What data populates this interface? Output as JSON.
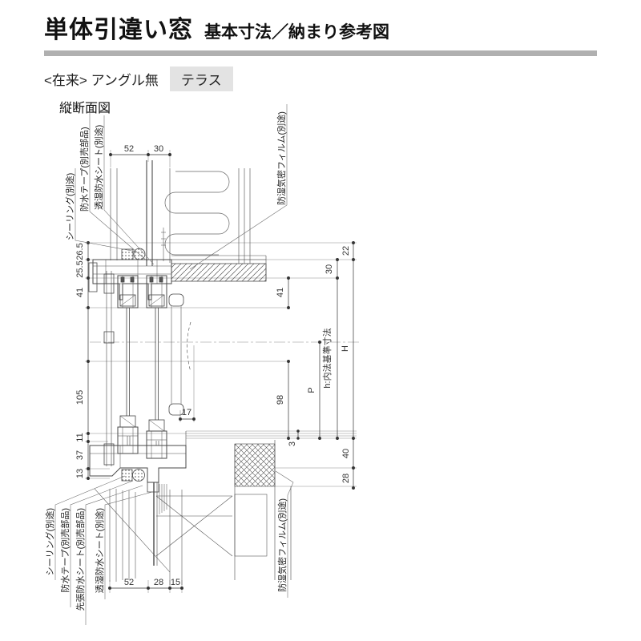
{
  "header": {
    "title": "単体引違い窓",
    "subtitle": "基本寸法／納まり参考図",
    "variant": "<在来> アングル無",
    "badge": "テラス"
  },
  "drawing": {
    "view_label": "縦断面図",
    "callouts": {
      "top": [
        "シーリング(別途)",
        "防水テープ(別売部品)",
        "透湿防水シート(別途)",
        "防湿気密フィルム(別途)"
      ],
      "bottom": [
        "シーリング(別途)",
        "防水テープ(別売部品)",
        "先張防水シート(別売部品)",
        "透湿防水シート(別途)",
        "防湿気密フィルム(別途)"
      ]
    },
    "dims": {
      "top": [
        "52",
        "30"
      ],
      "left": [
        "26.5",
        "25.5",
        "41",
        "105",
        "11",
        "37",
        "13"
      ],
      "middle": [
        "17"
      ],
      "right": [
        "22",
        "30",
        "41",
        "98",
        "3",
        "P",
        "h:内法基準寸法",
        "H",
        "40",
        "28"
      ],
      "bottom": [
        "52",
        "28",
        "15"
      ]
    }
  },
  "colors": {
    "rule": "#b0b0b0",
    "badge_bg": "#e3e3e3",
    "line": "#4a4a4a"
  }
}
